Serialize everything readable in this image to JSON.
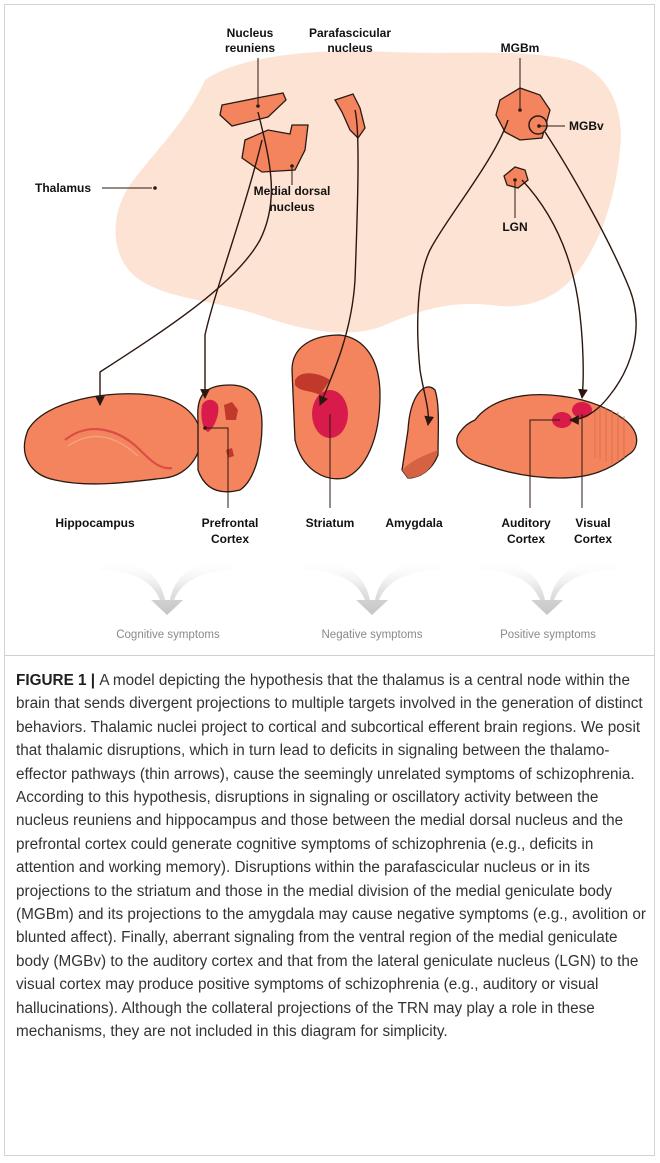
{
  "diagram": {
    "thalamus_label": "Thalamus",
    "nuclei": {
      "nucleus_reuniens": [
        "Nucleus",
        "reuniens"
      ],
      "parafascicular": [
        "Parafascicular",
        "nucleus"
      ],
      "mgbm": "MGBm",
      "mgbv": "MGBv",
      "medial_dorsal": [
        "Medial dorsal",
        "nucleus"
      ],
      "lgn": "LGN"
    },
    "targets": {
      "hippocampus": "Hippocampus",
      "prefrontal": [
        "Prefrontal",
        "Cortex"
      ],
      "striatum": "Striatum",
      "amygdala": "Amygdala",
      "auditory": [
        "Auditory",
        "Cortex"
      ],
      "visual": [
        "Visual",
        "Cortex"
      ]
    },
    "symptoms": [
      "Cognitive symptoms",
      "Negative symptoms",
      "Positive symptoms"
    ]
  },
  "colors": {
    "thalamus_fill": "#fde3d3",
    "nucleus_fill": "#f4845e",
    "nucleus_stroke": "#2a1a14",
    "dark_region": "#c0392b",
    "hot_region": "#d81b4a",
    "arrow_gray": "#c9c9c9",
    "projection_line": "#2b1710"
  },
  "caption": {
    "label": "FIGURE 1",
    "separator": " | ",
    "text": "A model depicting the hypothesis that the thalamus is a central node within the brain that sends divergent projections to multiple targets involved in the generation of distinct behaviors. Thalamic nuclei project to cortical and subcortical efferent brain regions. We posit that thalamic disruptions, which in turn lead to deficits in signaling between the thalamo-effector pathways (thin arrows), cause the seemingly unrelated symptoms of schizophrenia. According to this hypothesis, disruptions in signaling or oscillatory activity between the nucleus reuniens and hippocampus and those between the medial dorsal nucleus and the prefrontal cortex could generate cognitive symptoms of schizophrenia (e.g., deficits in attention and working memory). Disruptions within the parafascicular nucleus or in its projections to the striatum and those in the medial division of the medial geniculate body (MGBm) and its projections to the amygdala may cause negative symptoms (e.g., avolition or blunted affect). Finally, aberrant signaling from the ventral region of the medial geniculate body (MGBv) to the auditory cortex and that from the lateral geniculate nucleus (LGN) to the visual cortex may produce positive symptoms of schizophrenia (e.g., auditory or visual hallucinations). Although the collateral projections of the TRN may play a role in these mechanisms, they are not included in this diagram for simplicity."
  }
}
